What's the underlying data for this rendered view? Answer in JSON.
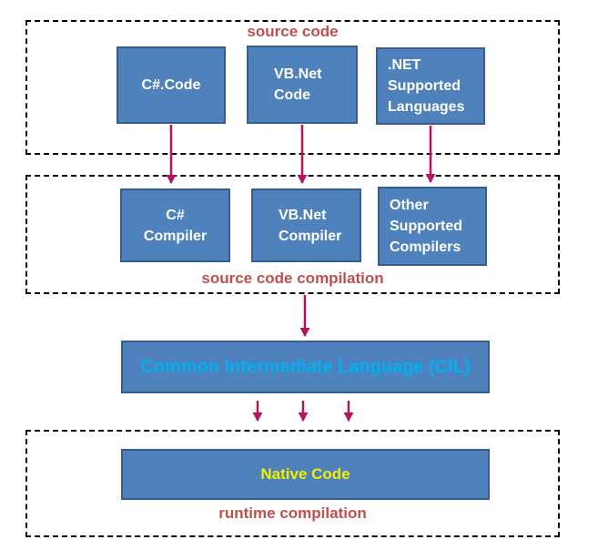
{
  "diagram": {
    "sections": {
      "source": {
        "label": "source code",
        "nodes": [
          {
            "lines": [
              "C#.Code"
            ]
          },
          {
            "lines": [
              "VB.Net",
              "Code"
            ]
          },
          {
            "lines": [
              ".NET",
              "Supported",
              "Languages"
            ]
          }
        ]
      },
      "compilation": {
        "label": "source code compilation",
        "nodes": [
          {
            "lines": [
              "C#",
              "Compiler"
            ]
          },
          {
            "lines": [
              "VB.Net",
              "Compiler"
            ]
          },
          {
            "lines": [
              "Other",
              "Supported",
              "Compilers"
            ]
          }
        ]
      },
      "cil": {
        "label": "Common Intermediate Language (CIL)"
      },
      "runtime": {
        "label": "runtime compilation",
        "nodes": [
          {
            "lines": [
              "Native Code"
            ]
          }
        ]
      }
    },
    "colors": {
      "node_fill": "#4F81BD",
      "node_border": "#385D8A",
      "node_text": "#FFFFFF",
      "section_label": "#C0504D",
      "arrow": "#B5135E",
      "cil_text": "#00B0F0",
      "native_text": "#F0F000",
      "dashed_border": "#000000",
      "background": "#FFFFFF"
    },
    "icons": {
      "flow_arrow": "down-arrow"
    }
  }
}
